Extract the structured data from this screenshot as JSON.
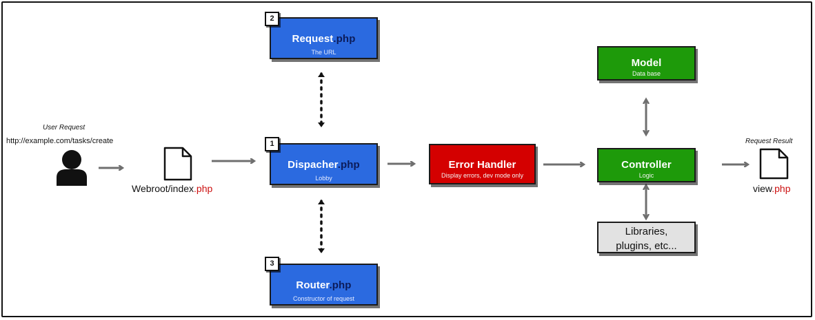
{
  "user": {
    "caption": "User Request",
    "url": "http://example.com/tasks/create"
  },
  "webroot": {
    "name": "Webroot/index",
    "ext": ".php"
  },
  "request_box": {
    "number": "2",
    "name": "Request",
    "ext": ".php",
    "subtitle": "The URL"
  },
  "dispatcher_box": {
    "number": "1",
    "name": "Dispacher",
    "ext": ".php",
    "subtitle": "Lobby"
  },
  "router_box": {
    "number": "3",
    "name": "Router",
    "ext": ".php",
    "subtitle": "Constructor of request"
  },
  "error_box": {
    "title": "Error Handler",
    "subtitle": "Display errors, dev mode only"
  },
  "model_box": {
    "title": "Model",
    "subtitle": "Data base"
  },
  "controller_box": {
    "title": "Controller",
    "subtitle": "Logic"
  },
  "libraries_box": {
    "line1": "Libraries,",
    "line2": "plugins, etc..."
  },
  "result": {
    "caption": "Request Result",
    "name": "view",
    "ext": ".php"
  },
  "colors": {
    "blue_box": "#2b6ae0",
    "red_box": "#d40000",
    "green_box": "#1e9a0a",
    "gray_box": "#e2e2e2",
    "php_ext_on_box": "#0c1c5a",
    "php_ext_on_file": "#cc1010",
    "arrow": "#6f6f6f"
  }
}
